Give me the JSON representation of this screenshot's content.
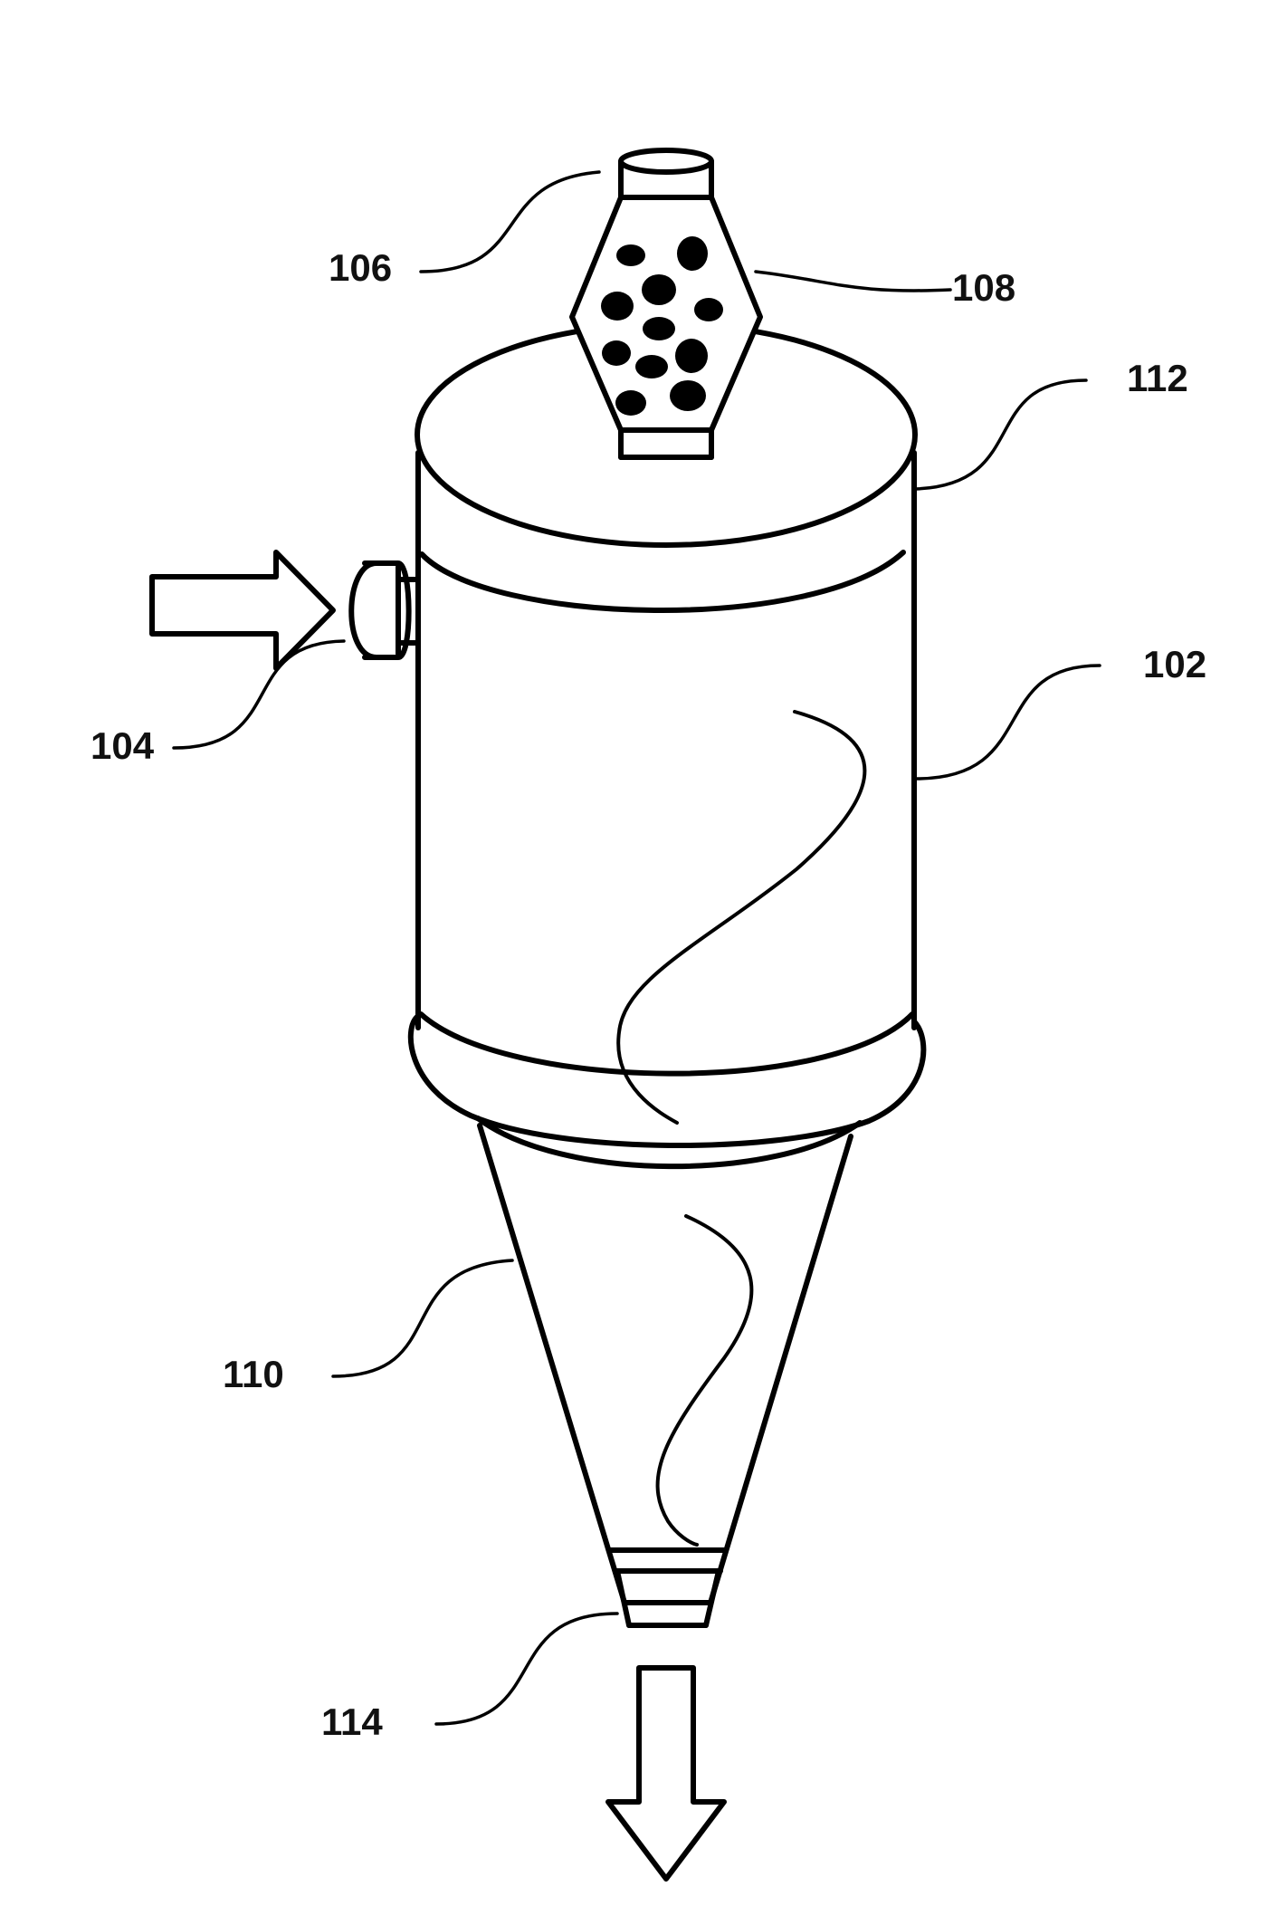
{
  "labels": {
    "vessel_body": "102",
    "inlet": "104",
    "top_outlet": "106",
    "media_chamber": "108",
    "conical_section": "110",
    "lid": "112",
    "bottom_outlet": "114"
  },
  "colors": {
    "line": "#000000",
    "background": "#ffffff"
  }
}
